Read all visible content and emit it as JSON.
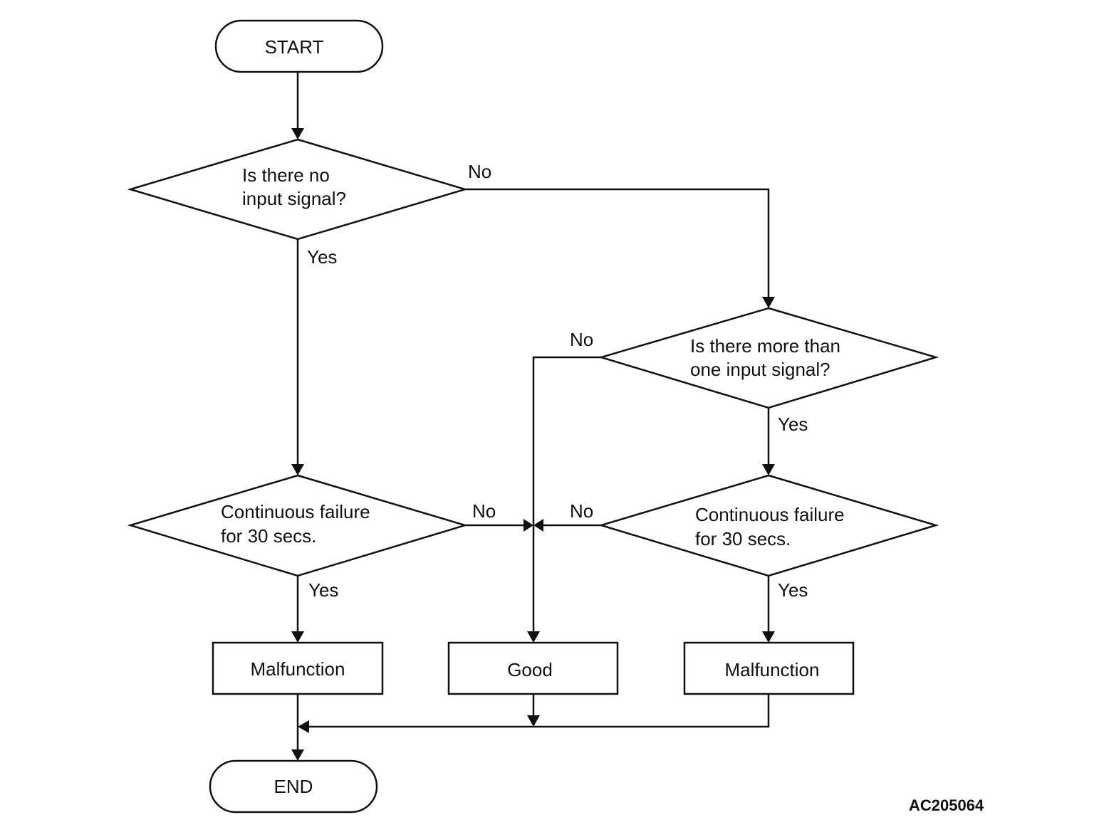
{
  "nodes": {
    "start": "START",
    "decision_no_input": [
      "Is there no",
      "input signal?"
    ],
    "decision_more_than_one": [
      "Is there more than",
      "one input signal?"
    ],
    "continuous_left": [
      "Continuous failure",
      "for 30 secs."
    ],
    "continuous_right": [
      "Continuous failure",
      "for 30 secs."
    ],
    "malfunction_left": "Malfunction",
    "good": "Good",
    "malfunction_right": "Malfunction",
    "end": "END"
  },
  "edge_labels": {
    "no_input_no": "No",
    "no_input_yes": "Yes",
    "more_than_one_no": "No",
    "more_than_one_yes": "Yes",
    "continuous_left_no": "No",
    "continuous_left_yes": "Yes",
    "continuous_right_no": "No",
    "continuous_right_yes": "Yes"
  },
  "figure_code": "AC205064"
}
